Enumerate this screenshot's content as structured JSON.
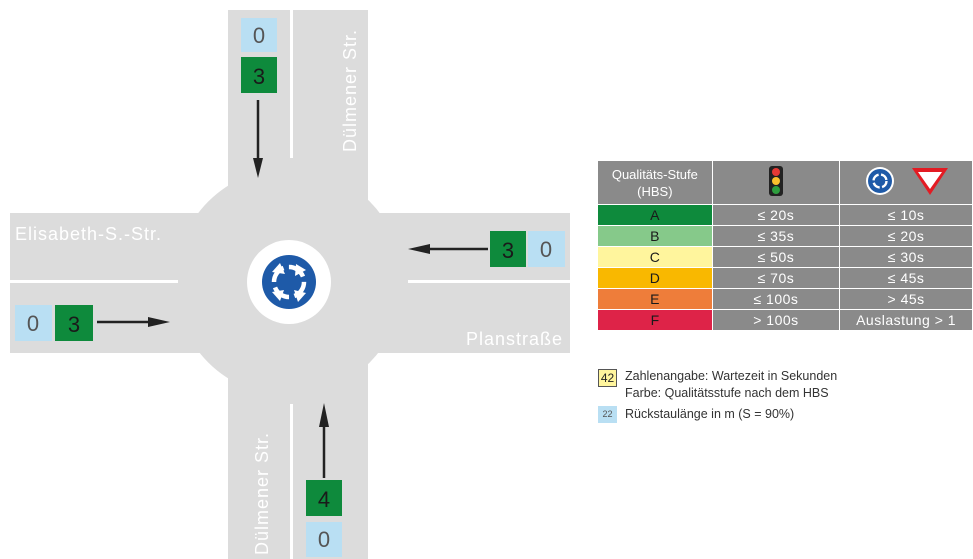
{
  "streets": {
    "north": "Dülmener Str.",
    "south": "Dülmener Str.",
    "west": "Elisabeth-S.-Str.",
    "east": "Planstraße"
  },
  "approaches": {
    "north": {
      "wait": "3",
      "queue": "0"
    },
    "east": {
      "wait": "3",
      "queue": "0"
    },
    "west": {
      "wait": "3",
      "queue": "0"
    },
    "south": {
      "wait": "4",
      "queue": "0"
    }
  },
  "colors": {
    "road": "#dcdcdc",
    "grade_A": "#0e8a3c",
    "queue_box": "#b9dff3",
    "roundabout_sign": "#1e5aa8"
  },
  "icons": {
    "center": "roundabout-sign-icon",
    "header_signal": "traffic-light-icon",
    "header_round": "roundabout-sign-icon",
    "header_yield": "yield-sign-icon"
  },
  "legend": {
    "header": "Qualitäts-Stufe (HBS)",
    "rows": [
      {
        "grade": "A",
        "signal": "≤ 20s",
        "round": "≤ 10s",
        "color": "#0e8a3c"
      },
      {
        "grade": "B",
        "signal": "≤ 35s",
        "round": "≤ 20s",
        "color": "#86c98a"
      },
      {
        "grade": "C",
        "signal": "≤ 50s",
        "round": "≤ 30s",
        "color": "#fff59d"
      },
      {
        "grade": "D",
        "signal": "≤ 70s",
        "round": "≤ 45s",
        "color": "#f9b800"
      },
      {
        "grade": "E",
        "signal": "≤ 100s",
        "round": "> 45s",
        "color": "#ee7d3a"
      },
      {
        "grade": "F",
        "signal": "> 100s",
        "round": "Auslastung > 1",
        "color": "#de2348"
      }
    ],
    "sample_wait": "42",
    "sample_queue": "22",
    "note_wait_1": "Zahlenangabe: Wartezeit in Sekunden",
    "note_wait_2": "Farbe: Qualitätsstufe nach dem HBS",
    "note_queue": "Rückstaulänge in m (S = 90%)"
  }
}
